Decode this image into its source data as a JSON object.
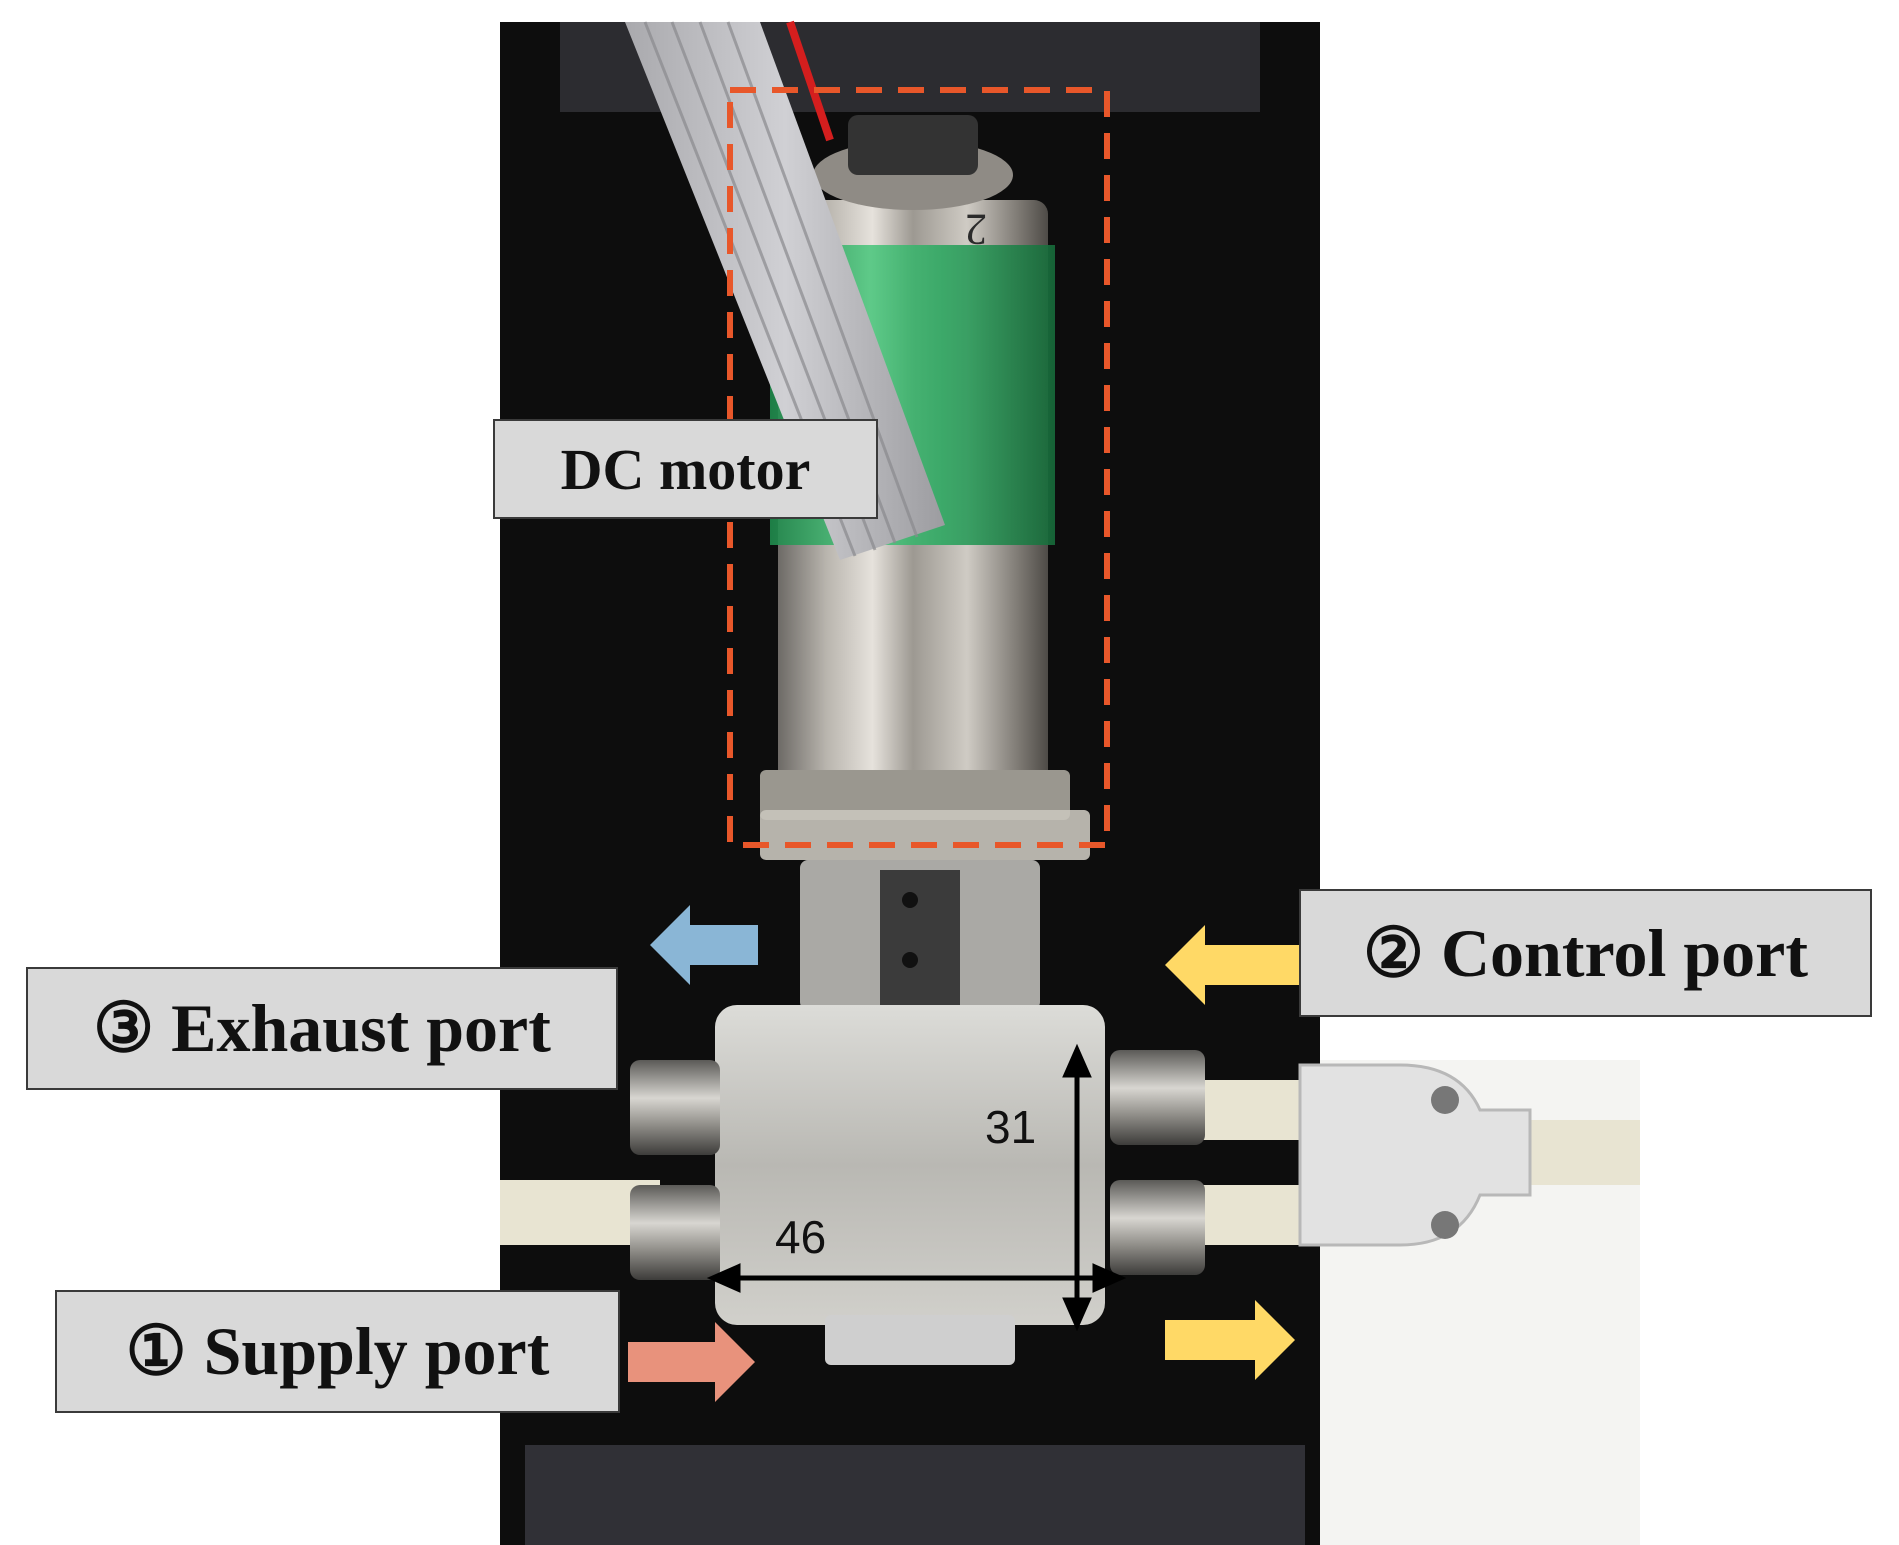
{
  "labels": {
    "dc_motor": "DC motor",
    "exhaust_port": "③ Exhaust port",
    "control_port": "② Control port",
    "supply_port": "① Supply port"
  },
  "dimensions": {
    "height": "31",
    "width": "46"
  },
  "motor_marking": "2",
  "colors": {
    "highlight_dashed": "#e8572a",
    "exhaust_arrow": "#8ab6d6",
    "control_arrow": "#ffd966",
    "supply_arrow": "#e8927c",
    "label_background": "#d9d9d9",
    "mounting_board": "#0d0d0d"
  }
}
